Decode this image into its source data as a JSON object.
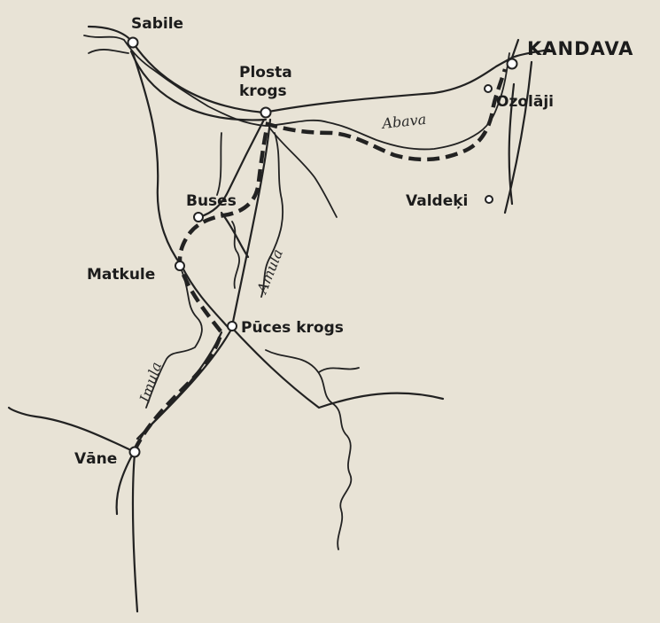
{
  "places": {
    "sabile": "Sabile",
    "plosta_line1": "Plosta",
    "plosta_line2": "krogs",
    "kandava": "KANDAVA",
    "ozolaji": "Ozolāji",
    "valdeki": "Valdeķi",
    "buses": "Buses",
    "matkule": "Matkule",
    "puces_krogs": "Pūces krogs",
    "vane": "Vāne"
  },
  "rivers": {
    "abava": "Abava",
    "amula": "Amula",
    "imula": "Imula"
  }
}
